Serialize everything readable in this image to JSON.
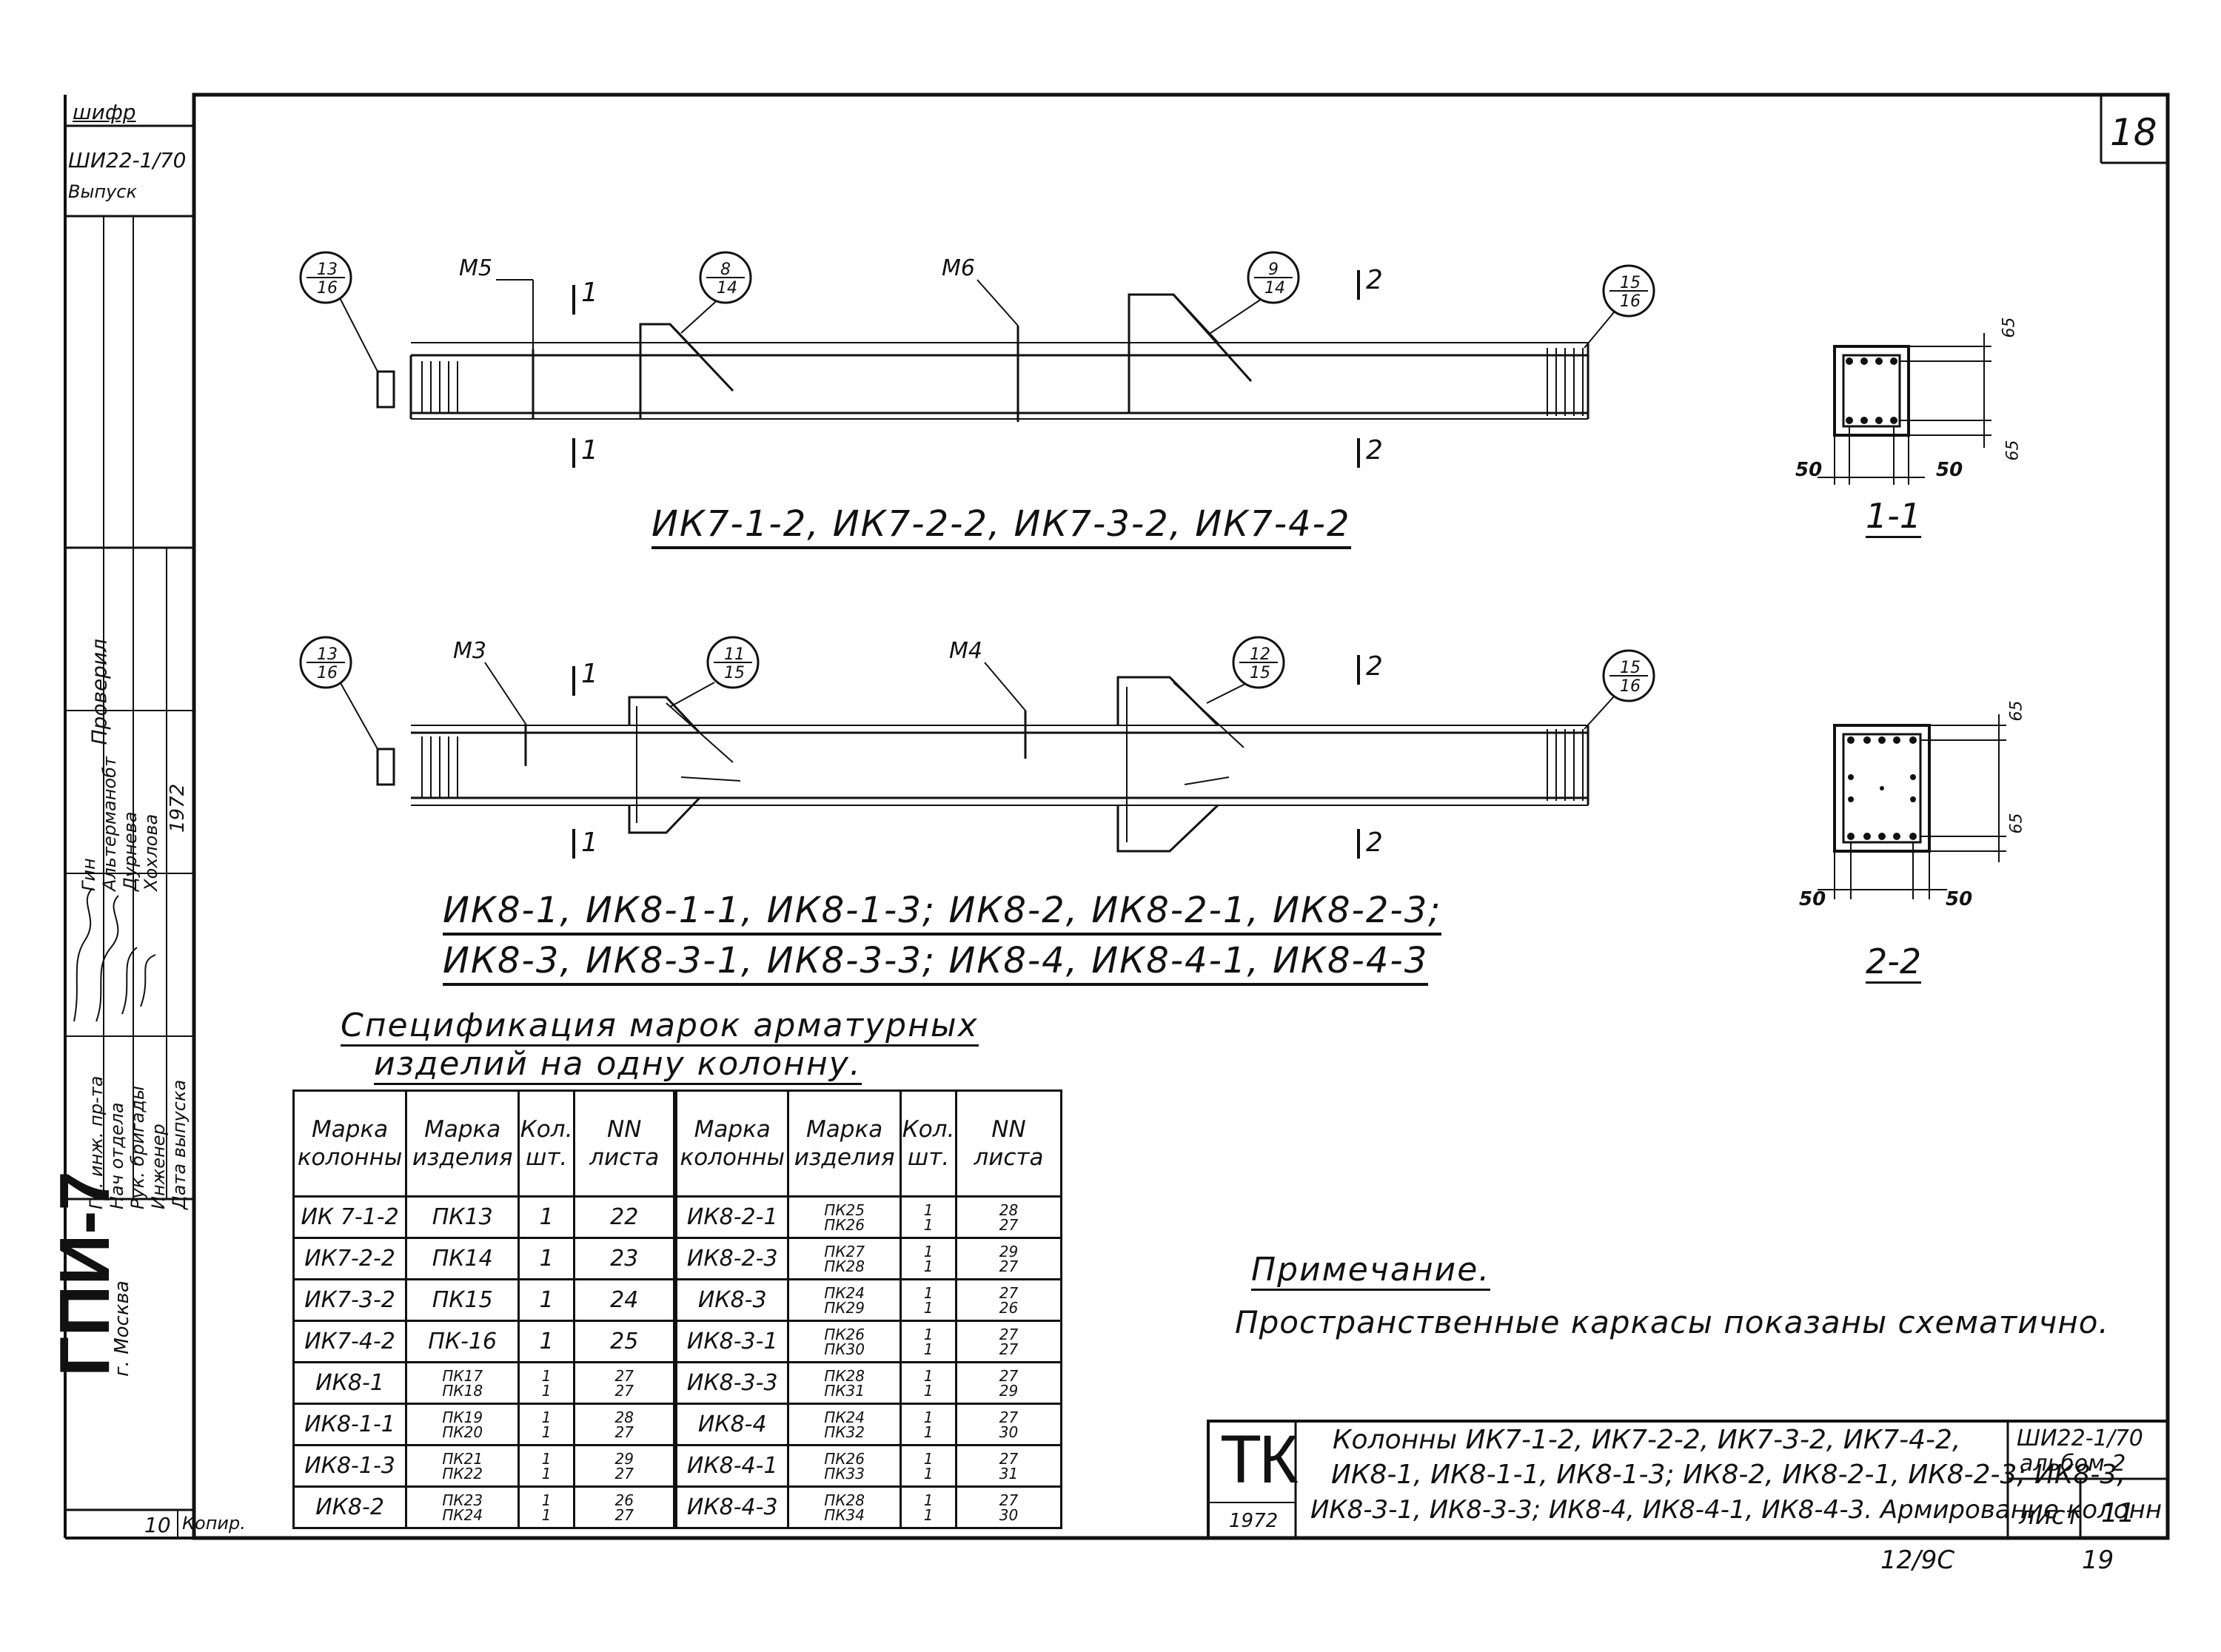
{
  "sheet": {
    "page_number": "18",
    "bottom_left_code": "12/9C",
    "bottom_right_number": "19"
  },
  "side_stamp": {
    "shifr_label": "шифр",
    "shifr_value": "ШИ22-1/70",
    "vypusk_label": "Выпуск",
    "roles": [
      "Гл. инж. пр-та",
      "Нач отдела",
      "Рук. бригады",
      "Инженер",
      "Дата выпуска"
    ],
    "names_header": [
      "Гин",
      "Альтерманобт",
      "Дурнева",
      "Хохлова"
    ],
    "year": "1972",
    "checked_label": "Проверил",
    "org_code": "ГПИ-7",
    "city": "г. Москва",
    "sheet_small": "10",
    "copy_label": "Копир."
  },
  "drawing_top": {
    "title": "ИК7-1-2, ИК7-2-2, ИК7-3-2, ИК7-4-2",
    "callouts": [
      {
        "top": "13",
        "bottom": "16"
      },
      {
        "top": "8",
        "bottom": "14"
      },
      {
        "top": "9",
        "bottom": "14"
      },
      {
        "top": "15",
        "bottom": "16"
      }
    ],
    "marks": [
      "М5",
      "М6"
    ],
    "section_marks": [
      "1",
      "1",
      "2",
      "2"
    ]
  },
  "drawing_bottom": {
    "title_line1": "ИК8-1, ИК8-1-1, ИК8-1-3; ИК8-2, ИК8-2-1, ИК8-2-3;",
    "title_line2": "ИК8-3, ИК8-3-1, ИК8-3-3; ИК8-4, ИК8-4-1, ИК8-4-3",
    "callouts": [
      {
        "top": "13",
        "bottom": "16"
      },
      {
        "top": "11",
        "bottom": "15"
      },
      {
        "top": "12",
        "bottom": "15"
      },
      {
        "top": "15",
        "bottom": "16"
      }
    ],
    "marks": [
      "М3",
      "М4"
    ],
    "section_marks": [
      "1",
      "1",
      "2",
      "2"
    ]
  },
  "section_1_1": {
    "label": "1-1",
    "dims": [
      "65",
      "65",
      "50",
      "50"
    ]
  },
  "section_2_2": {
    "label": "2-2",
    "dims": [
      "65",
      "65",
      "50",
      "50"
    ]
  },
  "specification": {
    "title_line1": "Спецификация марок арматурных",
    "title_line2": "изделий на одну колонну.",
    "headers": [
      "Марка колонны",
      "Марка изделия",
      "Кол. шт.",
      "NN листа",
      "Марка колонны",
      "Марка изделия",
      "Кол. шт.",
      "NN листа"
    ],
    "left_rows": [
      {
        "col": "ИК 7-1-2",
        "item": "ПК13",
        "qty": "1",
        "sheet": "22"
      },
      {
        "col": "ИК7-2-2",
        "item": "ПК14",
        "qty": "1",
        "sheet": "23"
      },
      {
        "col": "ИК7-3-2",
        "item": "ПК15",
        "qty": "1",
        "sheet": "24"
      },
      {
        "col": "ИК7-4-2",
        "item": "ПК-16",
        "qty": "1",
        "sheet": "25"
      },
      {
        "col": "ИК8-1",
        "item": "ПК17\nПК18",
        "qty": "1\n1",
        "sheet": "27\n27"
      },
      {
        "col": "ИК8-1-1",
        "item": "ПК19\nПК20",
        "qty": "1\n1",
        "sheet": "28\n27"
      },
      {
        "col": "ИК8-1-3",
        "item": "ПК21\nПК22",
        "qty": "1\n1",
        "sheet": "29\n27"
      },
      {
        "col": "ИК8-2",
        "item": "ПК23\nПК24",
        "qty": "1\n1",
        "sheet": "26\n27"
      }
    ],
    "right_rows": [
      {
        "col": "ИК8-2-1",
        "item": "ПК25\nПК26",
        "qty": "1\n1",
        "sheet": "28\n27"
      },
      {
        "col": "ИК8-2-3",
        "item": "ПК27\nПК28",
        "qty": "1\n1",
        "sheet": "29\n27"
      },
      {
        "col": "ИК8-3",
        "item": "ПК24\nПК29",
        "qty": "1\n1",
        "sheet": "27\n26"
      },
      {
        "col": "ИК8-3-1",
        "item": "ПК26\nПК30",
        "qty": "1\n1",
        "sheet": "27\n27"
      },
      {
        "col": "ИК8-3-3",
        "item": "ПК28\nПК31",
        "qty": "1\n1",
        "sheet": "27\n29"
      },
      {
        "col": "ИК8-4",
        "item": "ПК24\nПК32",
        "qty": "1\n1",
        "sheet": "27\n30"
      },
      {
        "col": "ИК8-4-1",
        "item": "ПК26\nПК33",
        "qty": "1\n1",
        "sheet": "27\n31"
      },
      {
        "col": "ИК8-4-3",
        "item": "ПК28\nПК34",
        "qty": "1\n1",
        "sheet": "27\n30"
      }
    ]
  },
  "note": {
    "title": "Примечание.",
    "text": "Пространственные каркасы показаны схематично."
  },
  "title_block": {
    "logo": "ТК",
    "year": "1972",
    "line1": "Колонны ИК7-1-2, ИК7-2-2, ИК7-3-2, ИК7-4-2,",
    "line2": "ИК8-1, ИК8-1-1, ИК8-1-3; ИК8-2, ИК8-2-1, ИК8-2-3; ИК8-3,",
    "line3": "ИК8-3-1, ИК8-3-3; ИК8-4, ИК8-4-1, ИК8-4-3. Армирование колонн",
    "code": "ШИ22-1/70",
    "album": "альбом 2",
    "sheet_label": "лист",
    "sheet_number": "11"
  }
}
